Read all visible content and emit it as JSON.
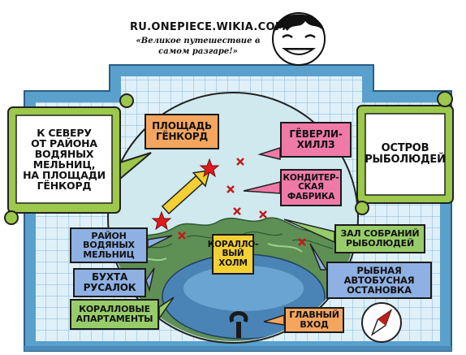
{
  "header": {
    "site": "RU.ONEPIECE.WIKIA.COM",
    "slogan": "«Великое путешествие в самом разгаре!»"
  },
  "labels": {
    "north_note": "К СЕВЕРУ\nОТ РАЙОНА\nВОДЯНЫХ\nМЕЛЬНИЦ,\nНА ПЛОЩАДИ\nГЁНКОРД",
    "island_title": "ОСТРОВ\nРЫБОЛЮДЕЙ",
    "genkord_square": "ПЛОЩАДЬ\nГЁНКОРД",
    "beverly_hills": "ГЁВЕРЛИ-\nХИЛЛЗ",
    "confectionery": "КОНДИТЕР-\nСКАЯ\nФАБРИКА",
    "watermill_district": "РАЙОН\nВОДЯНЫХ\nМЕЛЬНИЦ",
    "coral_hill": "КОРАЛЛО-\nВЫЙ\nХОЛМ",
    "meeting_hall": "ЗАЛ СОБРАНИЙ\nРЫБОЛЮДЕЙ",
    "mermaid_cove": "БУХТА\nРУСАЛОК",
    "fish_bus_stop": "РЫБНАЯ\nАВТОБУСНАЯ\nОСТАНОВКА",
    "coral_apartments": "КОРАЛЛОВЫЕ\nАПАРТАМЕНТЫ",
    "main_entrance": "ГЛАВНЫЙ\nВХОД"
  },
  "colors": {
    "frame_blue": "#5aa0cc",
    "grid_blue": "#7fb8dc",
    "bubble_green": "#9cc84b",
    "water_light": "#cfe9ee",
    "terrain_green": "#5e8f55",
    "lagoon_blue": "#4a84b6",
    "label_orange": "#f4a55e",
    "label_pink": "#ef7aa8",
    "label_green": "#98cc6a",
    "label_blue": "#8fb0e2",
    "label_yellow": "#f3d033",
    "marker_red": "#c01d1d"
  },
  "icons": [
    "compass-icon",
    "mascot-face-icon",
    "location-x-marker",
    "star-marker",
    "arrow-north-icon",
    "entrance-arc-icon"
  ]
}
